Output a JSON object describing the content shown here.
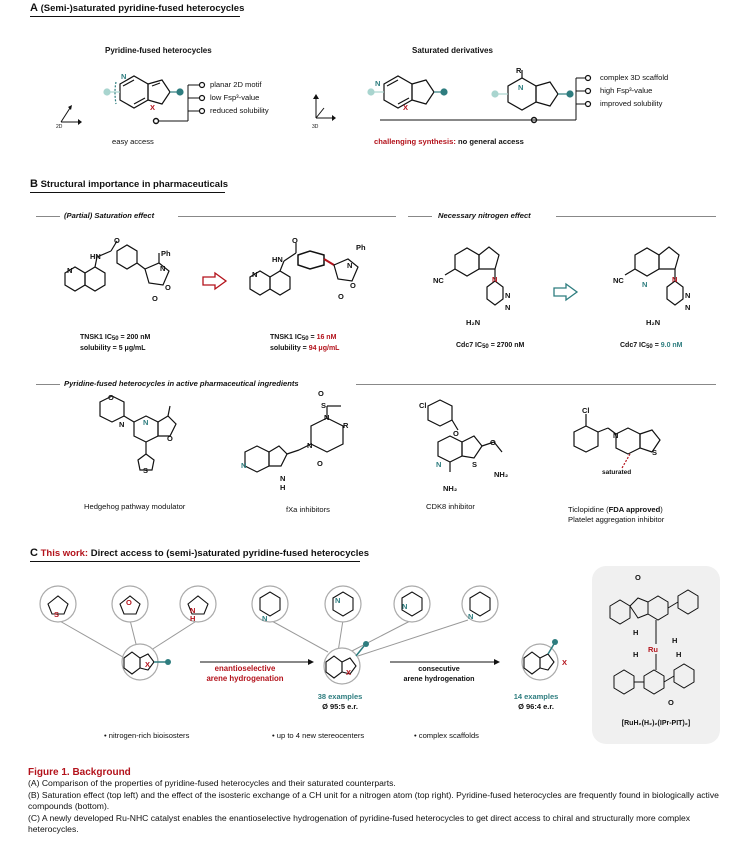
{
  "sectionA": {
    "letter": "A",
    "title": "(Semi-)saturated pyridine-fused heterocycles",
    "left_heading": "Pyridine-fused heterocycles",
    "right_heading": "Saturated derivatives",
    "left_props": [
      "planar 2D motif",
      "low Fsp³-value",
      "reduced solubility"
    ],
    "right_props": [
      "complex 3D scaffold",
      "high Fsp³-value",
      "improved solubility"
    ],
    "left_access": "easy access",
    "right_access_red": "challenging synthesis:",
    "right_access_rest": "no general access",
    "axis_2d": "2D",
    "axis_3d": "3D",
    "atoms": {
      "N": "N",
      "X": "X",
      "R": "R"
    }
  },
  "sectionB": {
    "letter": "B",
    "title": "Structural importance in pharmaceuticals",
    "sub1": "(Partial) Saturation effect",
    "sub2": "Necessary nitrogen effect",
    "sub3": "Pyridine-fused heterocycles in active pharmaceutical ingredients",
    "tnsk_a_line1": "TNSK1 IC",
    "tnsk_a_val1": " = 200 nM",
    "tnsk_a_line2": "solubility = 5 μg/mL",
    "tnsk_b_line1": "TNSK1 IC",
    "tnsk_b_val1": "16 nM",
    "tnsk_b_line2a": "solubility = ",
    "tnsk_b_val2": "94 μg/mL",
    "cdc_a_line": "Cdc7 IC",
    "cdc_a_val": " = 2700 nM",
    "cdc_b_line": "Cdc7 IC",
    "cdc_b_val": "9.0 nM",
    "sub50": "50",
    "api1": "Hedgehog pathway modulator",
    "api2": "fXa inhibitors",
    "api3": "CDK8 inhibitor",
    "api4_name": "Ticlopidine (",
    "api4_bold": "FDA approved",
    "api4_close": ")",
    "api4_line2": "Platelet aggregation inhibitor",
    "saturated": "saturated",
    "atoms": {
      "Ph": "Ph",
      "HN": "HN",
      "N": "N",
      "O": "O",
      "NC": "NC",
      "H2N": "H₂N",
      "NH2": "NH₂",
      "S": "S",
      "R": "R",
      "Cl": "Cl",
      "H": "H"
    }
  },
  "sectionC": {
    "letter": "C",
    "title_red": "This work:",
    "title_rest": "Direct access to (semi-)saturated pyridine-fused heterocycles",
    "arrow1_line1": "enantioselective",
    "arrow1_line2": "arene hydrogenation",
    "arrow2_line1": "consecutive",
    "arrow2_line2": "arene hydrogenation",
    "examples1": "38 examples",
    "er1": "Ø 95:5 e.r.",
    "examples2": "14 examples",
    "er2": "Ø 96:4 e.r.",
    "bullet1": "• nitrogen-rich bioisosters",
    "bullet2": "• up to 4 new stereocenters",
    "bullet3": "• complex scaffolds",
    "catalyst": "[RuH₂(H₂)₂(IPr-PIT)₂]",
    "atoms": {
      "S": "S",
      "O": "O",
      "N": "N",
      "H": "H",
      "X": "X",
      "Ru": "Ru"
    }
  },
  "caption": {
    "title": "Figure 1. Background",
    "lineA": "(A) Comparison of the properties of pyridine-fused heterocycles and their saturated counterparts.",
    "lineB": "(B) Saturation effect (top left) and the effect of the isosteric exchange of a CH unit for a nitrogen atom (top right). Pyridine-fused heterocycles are frequently found in biologically active compounds (bottom).",
    "lineC": "(C) A newly developed Ru-NHC catalyst enables the enantioselective hydrogenation of pyridine-fused heterocycles to get direct access to chiral and structurally more complex heterocycles."
  },
  "colors": {
    "accent_red": "#b3121b",
    "teal": "#2e7d7f",
    "light_teal": "#a9d5cf",
    "catalyst_bg": "#f0f0f0"
  }
}
